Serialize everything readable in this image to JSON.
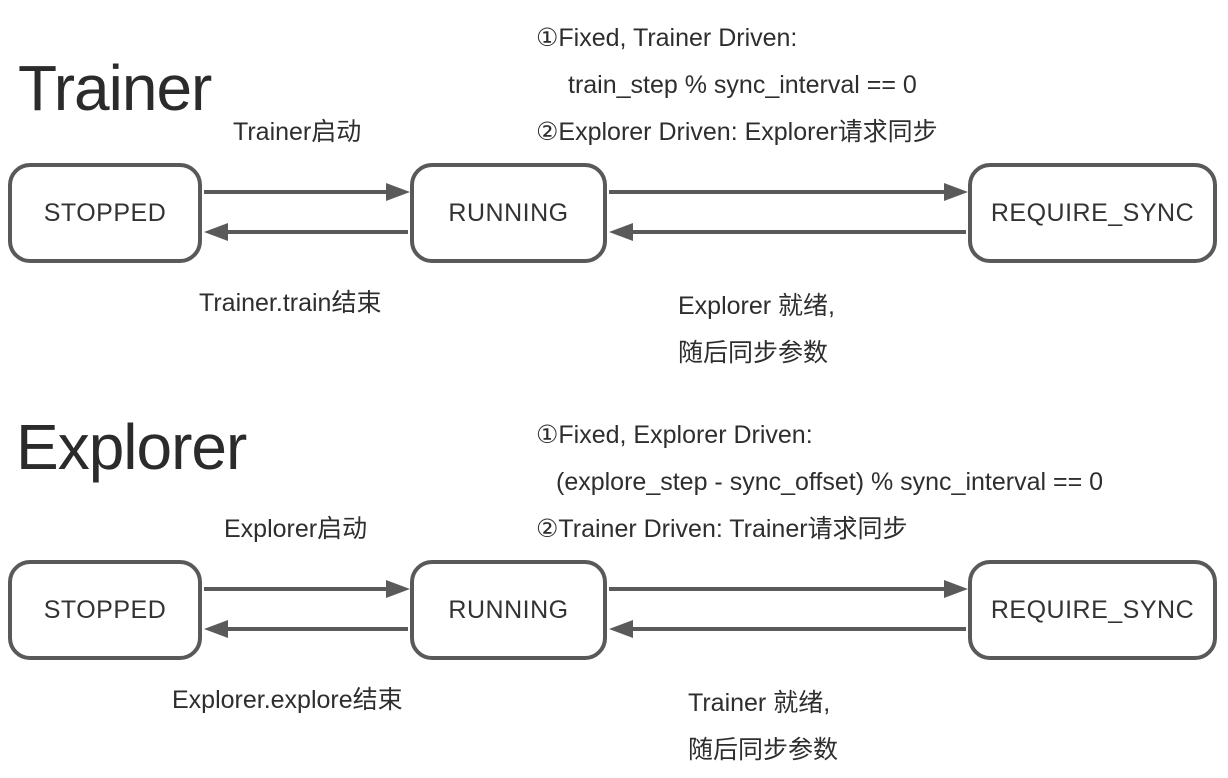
{
  "colors": {
    "background": "#ffffff",
    "text": "#2e2e2e",
    "box_border": "#595959",
    "arrow": "#5a5a5a"
  },
  "diagrams": {
    "trainer": {
      "title": "Trainer",
      "states": {
        "stopped": "STOPPED",
        "running": "RUNNING",
        "require_sync": "REQUIRE_SYNC"
      },
      "edges": {
        "start": "Trainer启动",
        "finish": "Trainer.train结束",
        "ready_line1": "Explorer 就绪,",
        "ready_line2": "随后同步参数"
      },
      "sync_note": {
        "line1": "①Fixed, Trainer Driven:",
        "line2": "train_step % sync_interval == 0",
        "line3": "②Explorer Driven: Explorer请求同步"
      }
    },
    "explorer": {
      "title": "Explorer",
      "states": {
        "stopped": "STOPPED",
        "running": "RUNNING",
        "require_sync": "REQUIRE_SYNC"
      },
      "edges": {
        "start": "Explorer启动",
        "finish": "Explorer.explore结束",
        "ready_line1": "Trainer 就绪,",
        "ready_line2": "随后同步参数"
      },
      "sync_note": {
        "line1": "①Fixed, Explorer Driven:",
        "line2": "(explore_step - sync_offset) % sync_interval == 0",
        "line3": "②Trainer Driven: Trainer请求同步"
      }
    }
  }
}
